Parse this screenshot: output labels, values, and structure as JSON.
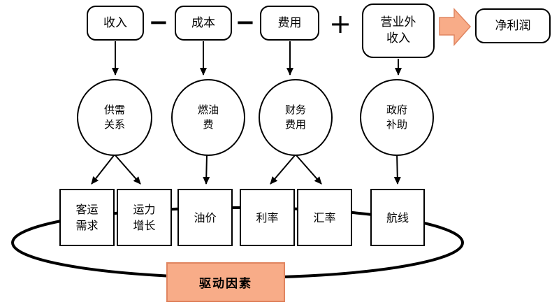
{
  "diagram": {
    "top_row": {
      "boxes": [
        {
          "label": "收入"
        },
        {
          "label": "成本"
        },
        {
          "label": "费用"
        },
        {
          "label": "营业外\n收入"
        }
      ],
      "operator_minus_1": "−",
      "operator_minus_2": "−",
      "operator_plus": "+",
      "result_label": "净利润"
    },
    "factor_circles": [
      {
        "label": "供需\n关系"
      },
      {
        "label": "燃油\n费"
      },
      {
        "label": "财务\n费用"
      },
      {
        "label": "政府\n补助"
      }
    ],
    "driver_boxes": [
      {
        "label": "客运\n需求"
      },
      {
        "label": "运力\n增长"
      },
      {
        "label": "油价"
      },
      {
        "label": "利率"
      },
      {
        "label": "汇率"
      },
      {
        "label": "航线"
      }
    ],
    "footer_label": "驱动因素"
  },
  "colors": {
    "accent_fill": "#F8AC88",
    "accent_border": "#E08560",
    "line_color": "#000000"
  }
}
